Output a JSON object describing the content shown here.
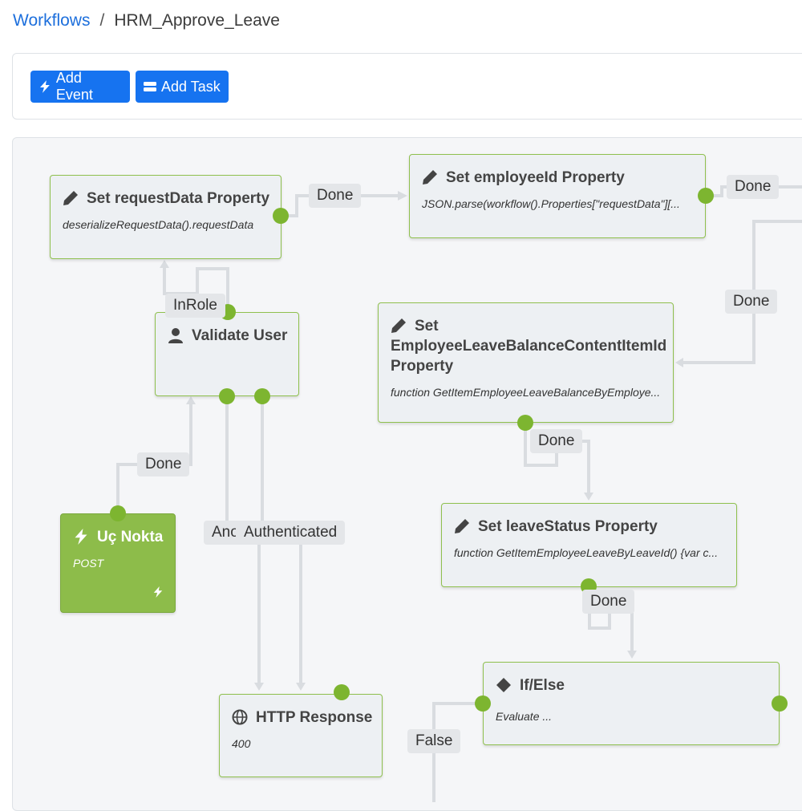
{
  "breadcrumb": {
    "root": "Workflows",
    "separator": "/",
    "current": "HRM_Approve_Leave"
  },
  "toolbar": {
    "add_event": "Add Event",
    "add_task": "Add Task"
  },
  "nodes": {
    "set_request_data": {
      "title": "Set requestData Property",
      "desc": "deserializeRequestData().requestData",
      "icon": "pencil-icon"
    },
    "set_employee_id": {
      "title": "Set employeeId Property",
      "desc": "JSON.parse(workflow().Properties[\"requestData\"][...",
      "icon": "pencil-icon"
    },
    "validate_user": {
      "title": "Validate User",
      "icon": "user-icon"
    },
    "set_balance": {
      "title": "Set EmployeeLeaveBalanceContentItemId Property",
      "title_lines": [
        "Set",
        "EmployeeLeaveBalanceContentItemId",
        "Property"
      ],
      "desc": "function GetItemEmployeeLeaveBalanceByEmploye...",
      "icon": "pencil-icon"
    },
    "uc_nokta": {
      "title": "Uç Nokta",
      "desc": "POST",
      "icon": "bolt-icon"
    },
    "set_leave_status": {
      "title": "Set leaveStatus Property",
      "desc": "function GetItemEmployeeLeaveByLeaveId() {var c...",
      "icon": "pencil-icon"
    },
    "http_response": {
      "title": "HTTP Response",
      "desc": "400",
      "icon": "globe-icon"
    },
    "if_else": {
      "title": "If/Else",
      "desc": "Evaluate ...",
      "icon": "diamond-icon"
    }
  },
  "labels": {
    "done_1": "Done",
    "done_2": "Done",
    "done_3": "Done",
    "done_4": "Done",
    "done_5": "Done",
    "done_6": "Done",
    "in_role": "InRole",
    "anonymous": "Anonymous",
    "authenticated": "Authenticated",
    "false": "False"
  },
  "colors": {
    "accent": "#1673f0",
    "node_border": "#8fc04e",
    "outcome_dot": "#7db530",
    "event_node": "#8dbc4a"
  }
}
